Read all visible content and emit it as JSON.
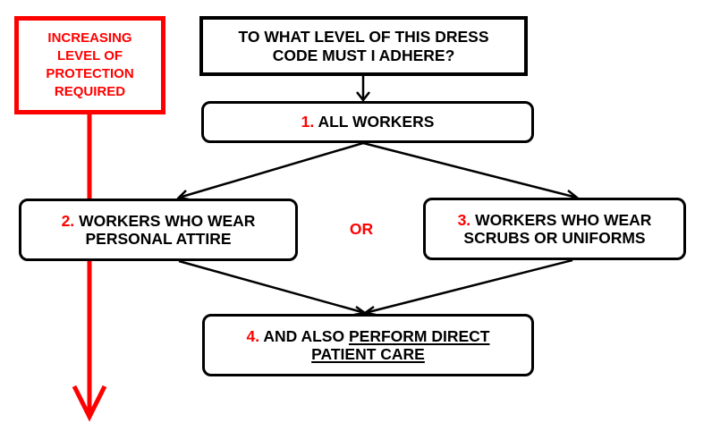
{
  "legend": {
    "lines": [
      "INCREASING",
      "LEVEL OF",
      "PROTECTION",
      "REQUIRED"
    ]
  },
  "question": {
    "line1": "TO WHAT LEVEL OF THIS DRESS",
    "line2": "CODE MUST I ADHERE?"
  },
  "steps": {
    "all_workers": {
      "num": "1.",
      "text": "ALL WORKERS"
    },
    "personal_attire": {
      "num": "2.",
      "line1": "WORKERS WHO WEAR",
      "line2": "PERSONAL ATTIRE"
    },
    "scrubs_uniforms": {
      "num": "3.",
      "line1": "WORKERS WHO WEAR",
      "line2": "SCRUBS OR UNIFORMS"
    },
    "direct_care": {
      "num": "4.",
      "prefix": "AND ALSO",
      "underlined_line1": "PERFORM DIRECT",
      "underlined_line2": "PATIENT CARE"
    }
  },
  "or_label": "OR",
  "colors": {
    "accent": "#ff0000",
    "line": "#000000",
    "background": "#ffffff"
  }
}
